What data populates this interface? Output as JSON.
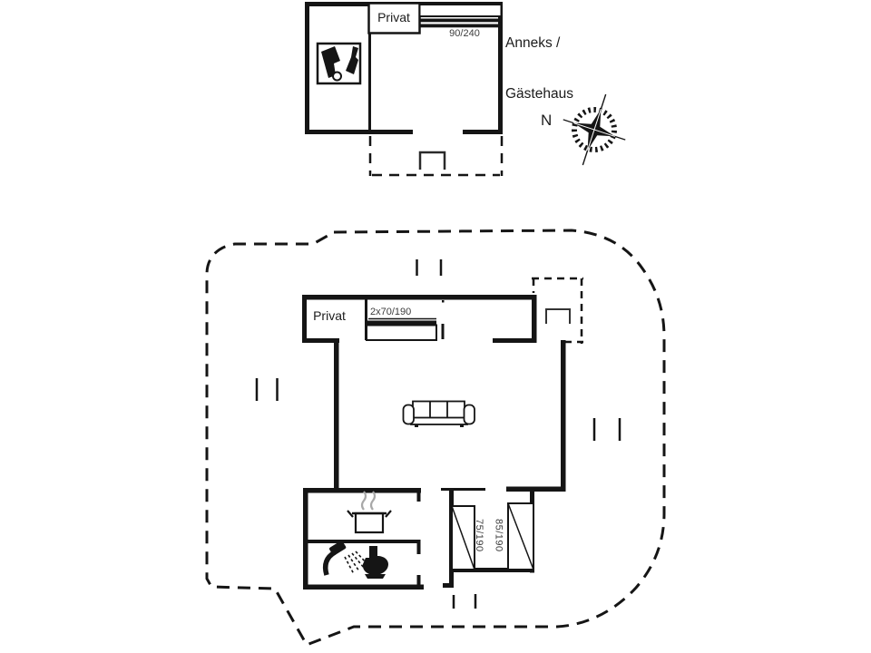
{
  "canvas": {
    "background": "#ffffff",
    "ink": "#151515",
    "dim_text": "#3d3d3d"
  },
  "annex": {
    "title_line1": "Anneks /",
    "title_line2": "Gästehaus",
    "room_label": "Privat",
    "bed_size_label": "90/240"
  },
  "compass": {
    "north_label": "N"
  },
  "house": {
    "room_label": "Privat",
    "double_bed_size_label": "2x70/190",
    "left_bed_size_label": "75/190",
    "right_bed_size_label": "85/190"
  },
  "icons": {
    "annex_utility": "bottle-and-glass-icon",
    "kitchen": "cooking-pot-icon",
    "bathroom_shower": "shower-icon",
    "bathroom_toilet": "toilet-icon",
    "living_room": "sofa-icon",
    "orientation": "compass-rose-icon"
  }
}
